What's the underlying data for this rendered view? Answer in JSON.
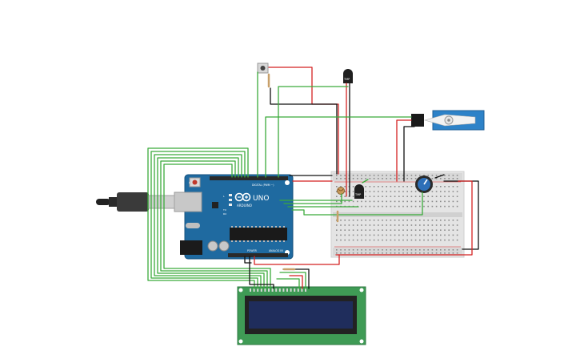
{
  "board": {
    "uno_text": "UNO",
    "brand_text": "ARDUINO",
    "digital_label": "DIGITAL (PWM ~)",
    "power_label": "POWER",
    "analog_label": "ANALOG IN",
    "tx_label": "TX",
    "rx_label": "RX",
    "l_label": "L"
  },
  "sensor": {
    "top_label": "TMP",
    "breadboard_label": "TMP"
  },
  "colors": {
    "wire_green": "#3bab3b",
    "wire_red": "#d42222",
    "wire_black": "#111111",
    "board_blue": "#1f6aa0",
    "breadboard": "#e6e6e6",
    "lcd_pcb": "#3f9b55",
    "lcd_screen": "#1f2d5c",
    "servo_blue": "#2d82c8"
  },
  "icons": [
    "usb-plug-icon",
    "reset-button-icon",
    "arduino-logo-icon",
    "pushbutton-icon",
    "potentiometer-icon",
    "servo-icon",
    "temperature-sensor-icon",
    "photoresistor-icon",
    "resistor-icon"
  ]
}
